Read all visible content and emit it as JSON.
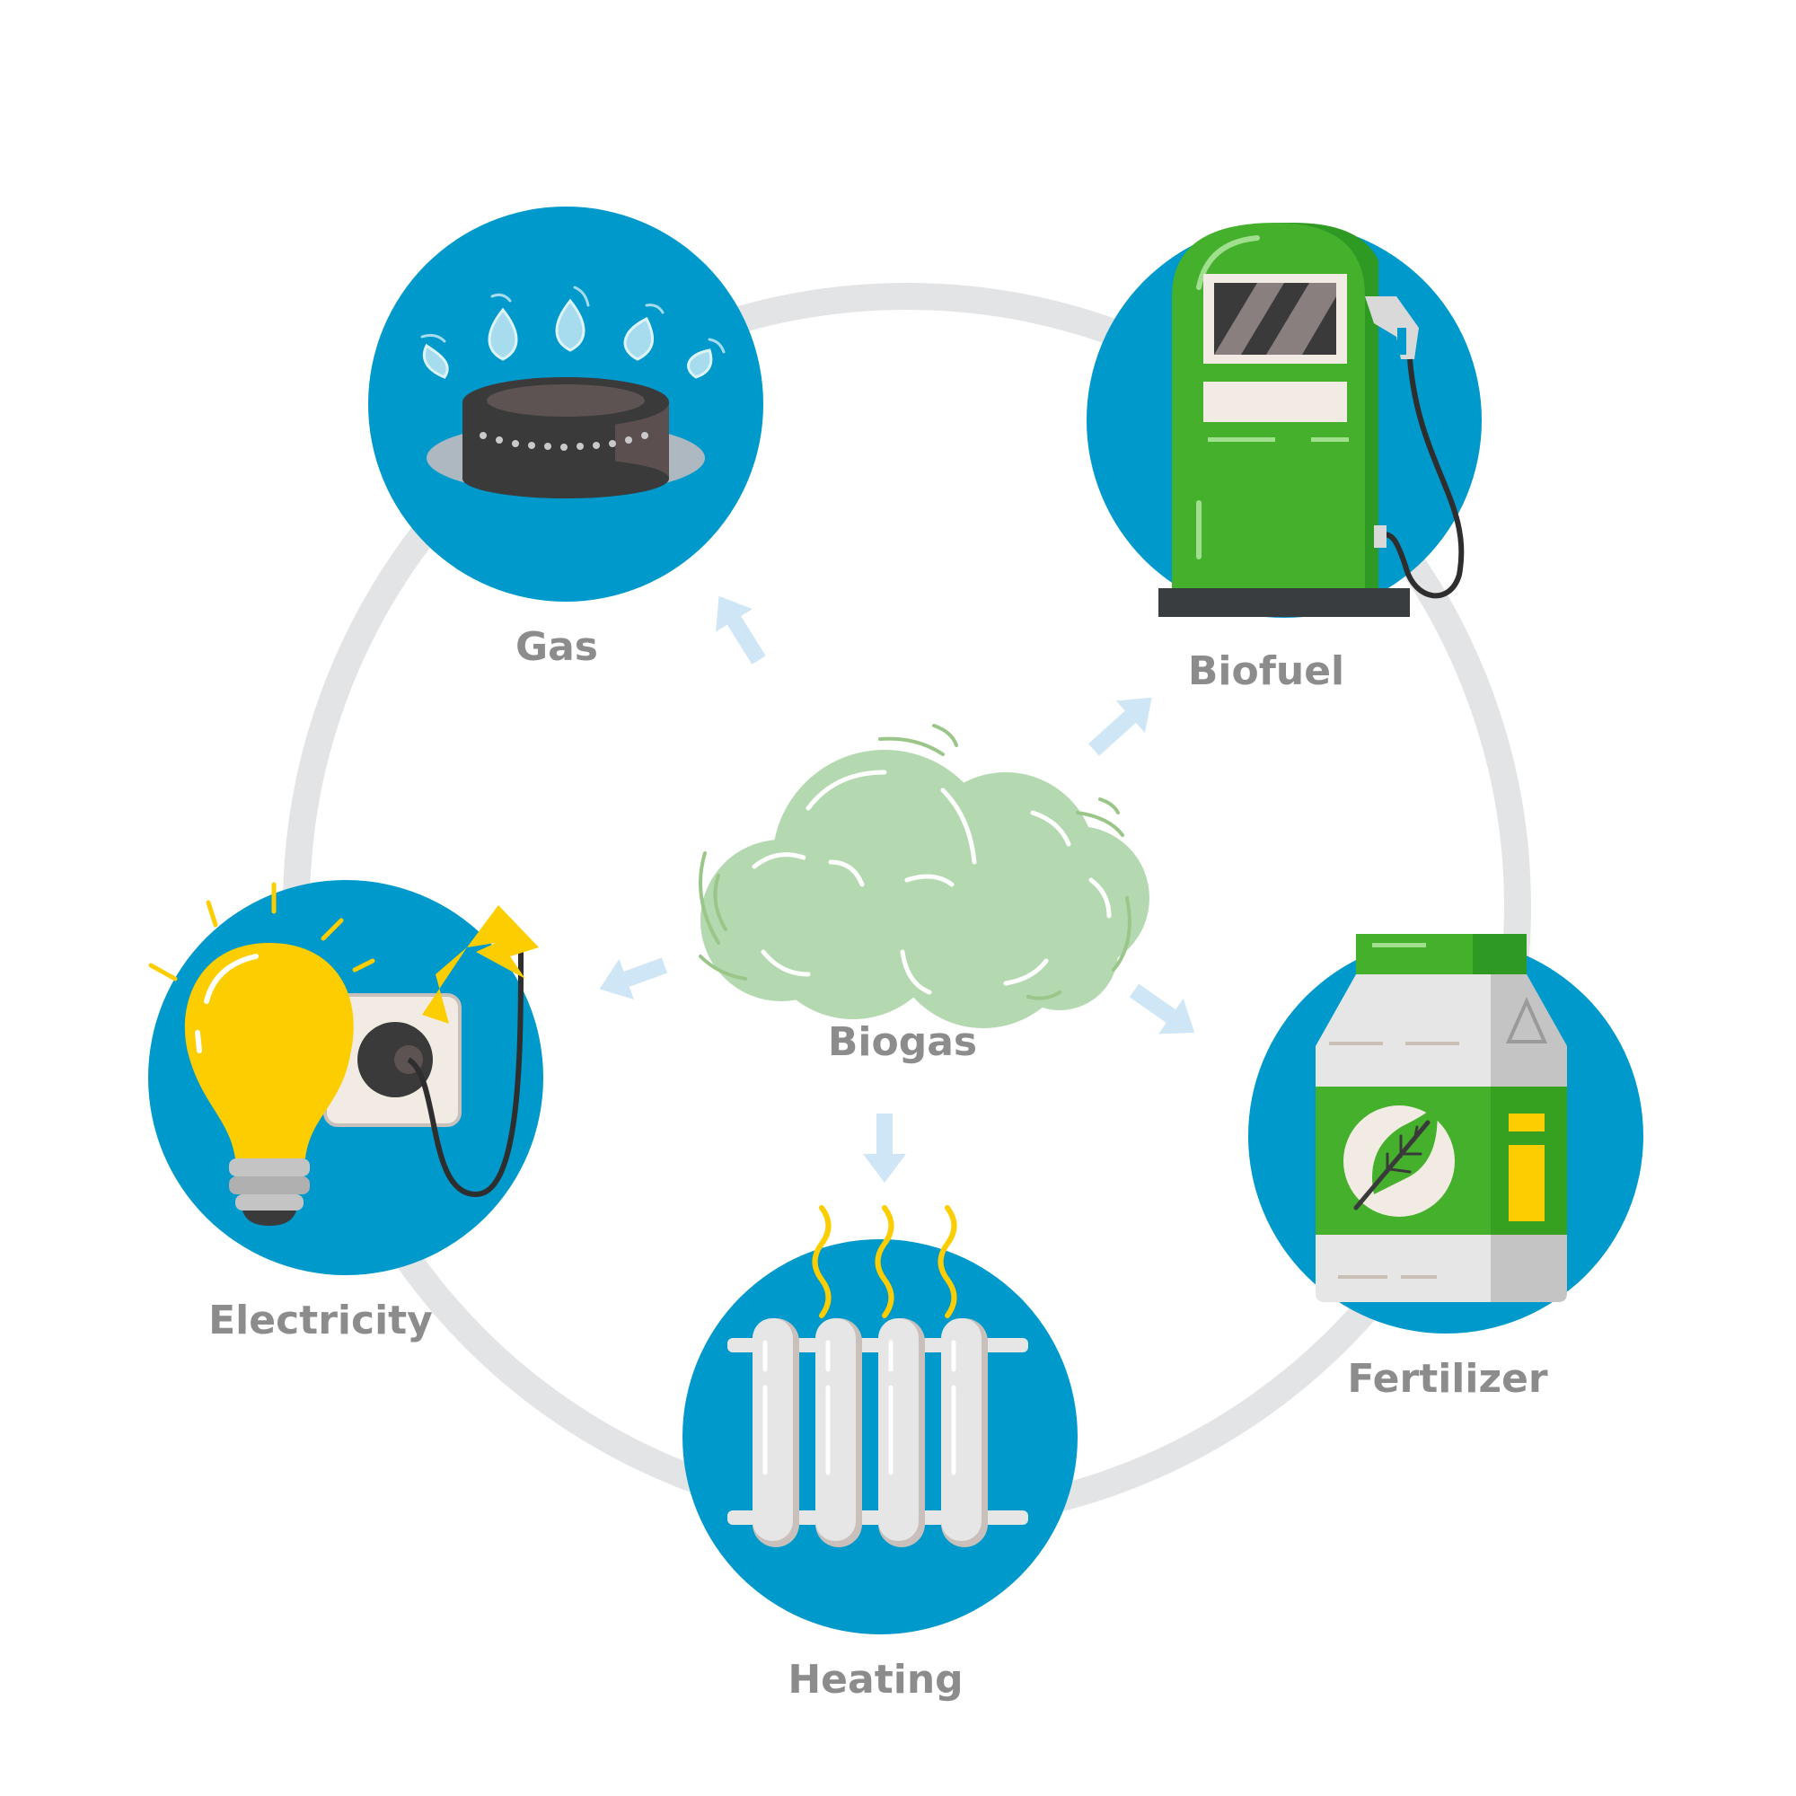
{
  "center": {
    "label": "Biogas"
  },
  "nodes": {
    "gas": {
      "label": "Gas",
      "icon": "gas-burner-icon"
    },
    "biofuel": {
      "label": "Biofuel",
      "icon": "fuel-pump-icon"
    },
    "fertilizer": {
      "label": "Fertilizer",
      "icon": "fertilizer-bag-icon"
    },
    "heating": {
      "label": "Heating",
      "icon": "radiator-icon"
    },
    "electricity": {
      "label": "Electricity",
      "icon": "light-bulb-socket-icon"
    }
  },
  "colors": {
    "node_circle": "#0099cc",
    "ring": "#e3e4e6",
    "arrow": "#cfe6f6",
    "cloud": "#b4d9b0",
    "pump": "#45b02c",
    "bulb": "#fccd00",
    "label": "#8c8c8c"
  }
}
